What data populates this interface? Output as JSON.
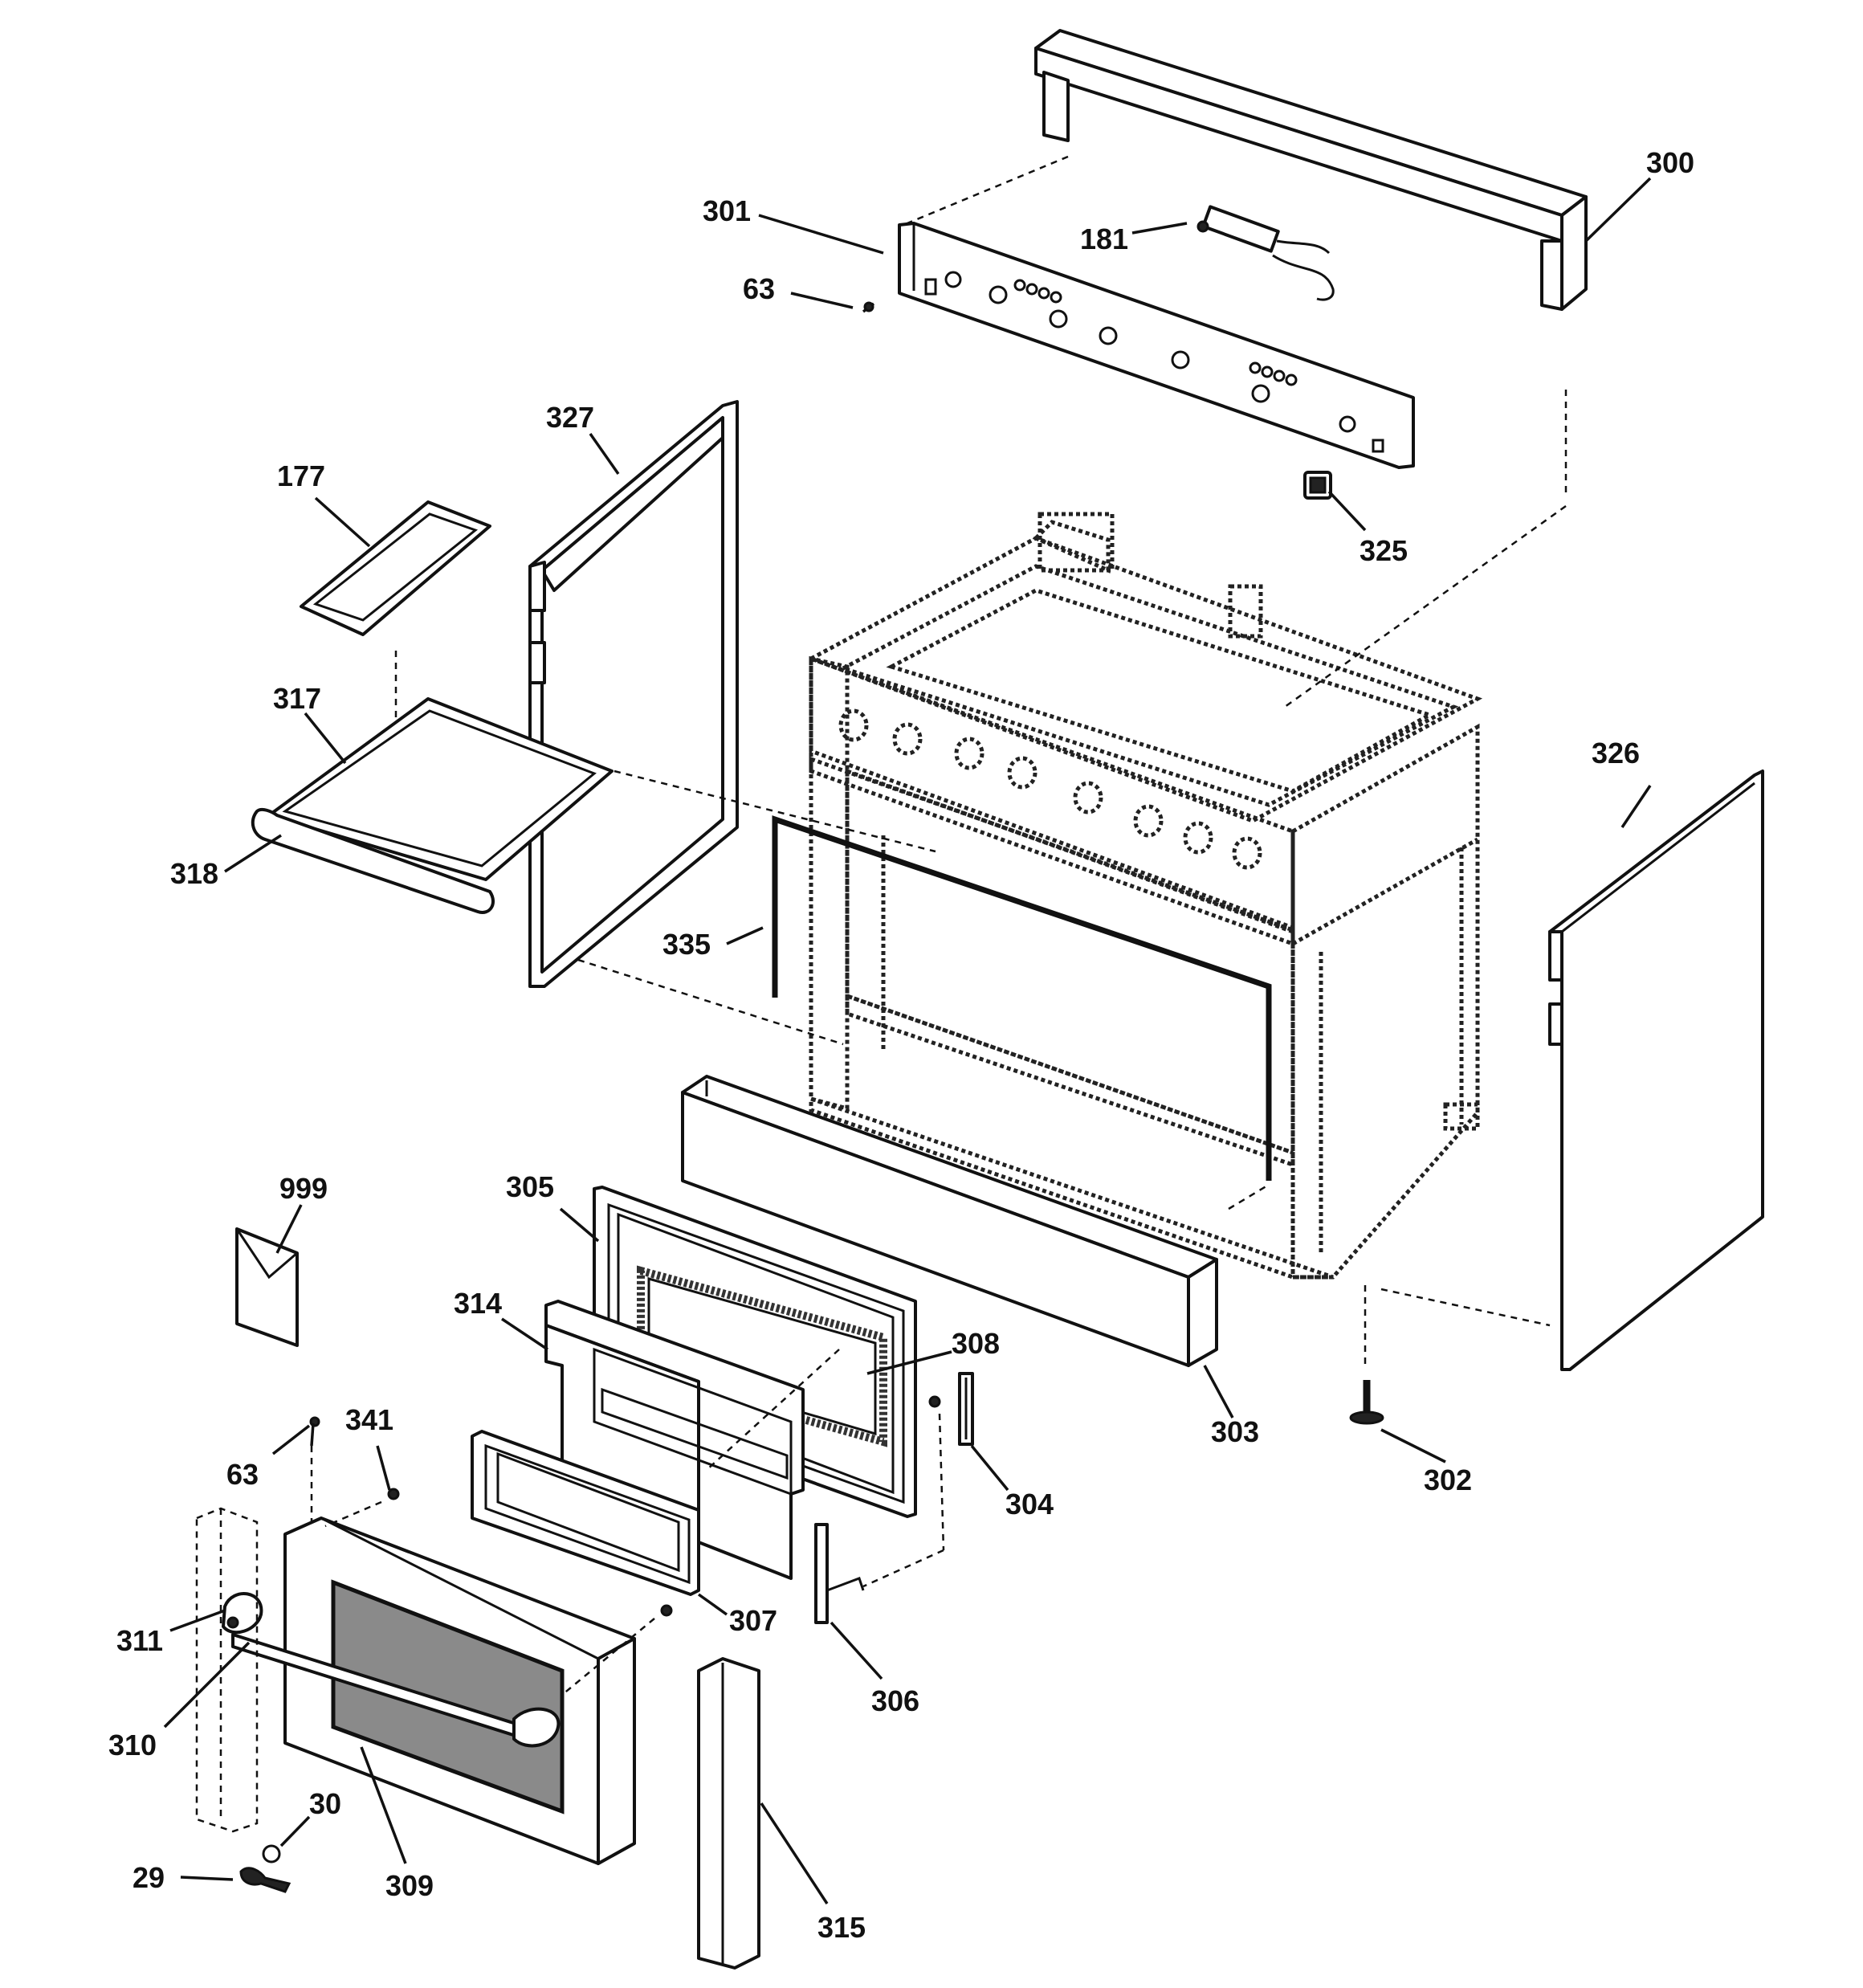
{
  "labels": [
    {
      "id": "p300",
      "text": "300"
    },
    {
      "id": "p301",
      "text": "301"
    },
    {
      "id": "p181",
      "text": "181"
    },
    {
      "id": "p63a",
      "text": "63"
    },
    {
      "id": "p327",
      "text": "327"
    },
    {
      "id": "p177",
      "text": "177"
    },
    {
      "id": "p325",
      "text": "325"
    },
    {
      "id": "p317",
      "text": "317"
    },
    {
      "id": "p326",
      "text": "326"
    },
    {
      "id": "p318",
      "text": "318"
    },
    {
      "id": "p335",
      "text": "335"
    },
    {
      "id": "p999",
      "text": "999"
    },
    {
      "id": "p305",
      "text": "305"
    },
    {
      "id": "p314",
      "text": "314"
    },
    {
      "id": "p308",
      "text": "308"
    },
    {
      "id": "p341",
      "text": "341"
    },
    {
      "id": "p303",
      "text": "303"
    },
    {
      "id": "p63b",
      "text": "63"
    },
    {
      "id": "p302",
      "text": "302"
    },
    {
      "id": "p304",
      "text": "304"
    },
    {
      "id": "p311",
      "text": "311"
    },
    {
      "id": "p307",
      "text": "307"
    },
    {
      "id": "p306",
      "text": "306"
    },
    {
      "id": "p310",
      "text": "310"
    },
    {
      "id": "p30",
      "text": "30"
    },
    {
      "id": "p29",
      "text": "29"
    },
    {
      "id": "p309",
      "text": "309"
    },
    {
      "id": "p315",
      "text": "315"
    }
  ]
}
